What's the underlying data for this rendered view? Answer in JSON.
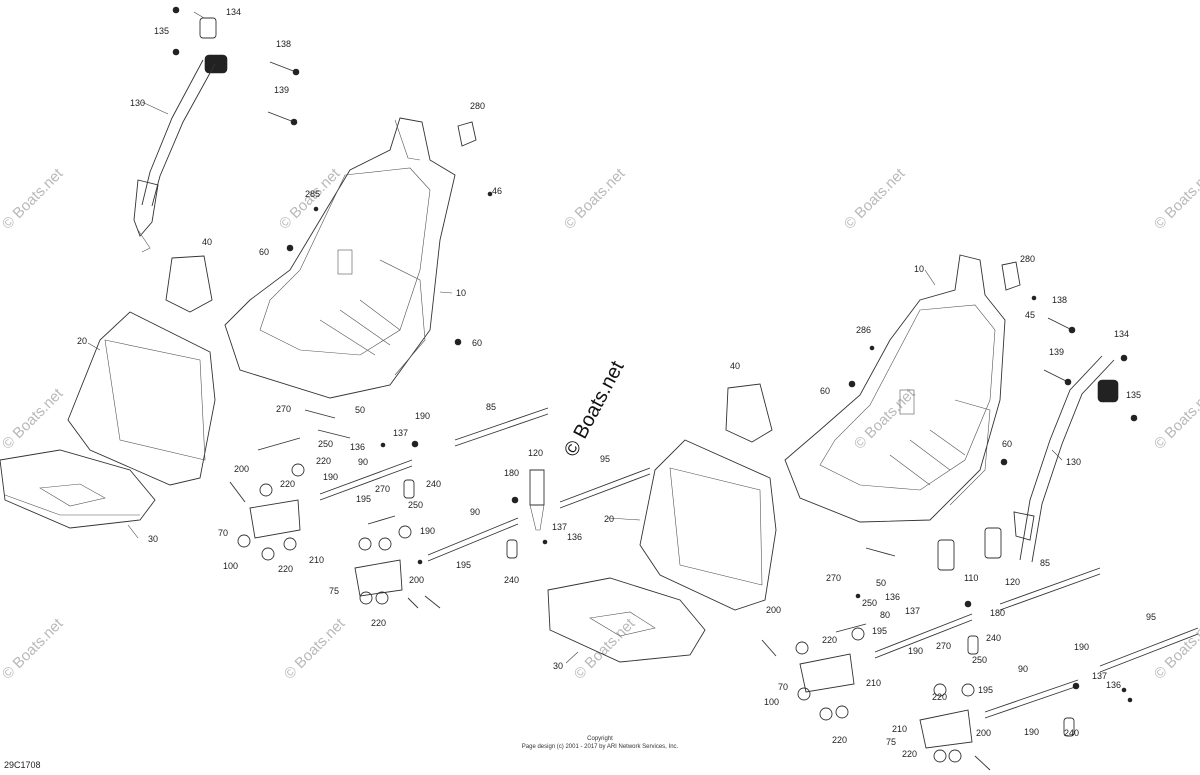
{
  "diagram_code": "29C1708",
  "footer": {
    "line1": "Copyright",
    "line2": "Page design (c) 2001 - 2017 by ARI Network Services, Inc."
  },
  "watermark": "© Boats.net",
  "callouts": {
    "c134a": "134",
    "c135a": "135",
    "c138a": "138",
    "c139a": "139",
    "c130a": "130",
    "c280a": "280",
    "c46": "46",
    "c285": "285",
    "c60a": "60",
    "c40a": "40",
    "c10a": "10",
    "c60b": "60",
    "c20a": "20",
    "c30a": "30",
    "c270a": "270",
    "c50a": "50",
    "c190a": "190",
    "c250a": "250",
    "c136a": "136",
    "c137a": "137",
    "c90a": "90",
    "c200a": "200",
    "c220a": "220",
    "c220b": "220",
    "c190b": "190",
    "c195a": "195",
    "c270b": "270",
    "c250b": "250",
    "c240a": "240",
    "c70a": "70",
    "c100a": "100",
    "c220c": "220",
    "c210a": "210",
    "c190c": "190",
    "c195b": "195",
    "c75a": "75",
    "c200b": "200",
    "c220d": "220",
    "c85a": "85",
    "c180a": "180",
    "c120a": "120",
    "c95a": "95",
    "c137b": "137",
    "c136b": "136",
    "c90b": "90",
    "c240b": "240",
    "c40b": "40",
    "c20b": "20",
    "c30b": "30",
    "c10b": "10",
    "c280b": "280",
    "c45": "45",
    "c138b": "138",
    "c286": "286",
    "c134b": "134",
    "c139b": "139",
    "c60c": "60",
    "c135b": "135",
    "c60d": "60",
    "c130b": "130",
    "c50b": "50",
    "c110": "110",
    "c120b": "120",
    "c85b": "85",
    "c270c": "270",
    "c136c": "136",
    "c250c": "250",
    "c137c": "137",
    "c180b": "180",
    "c200c": "200",
    "c80": "80",
    "c195c": "195",
    "c220e": "220",
    "c190d": "190",
    "c240c": "240",
    "c270d": "270",
    "c250d": "250",
    "c70b": "70",
    "c210b": "210",
    "c100b": "100",
    "c220f": "220",
    "c195d": "195",
    "c90c": "90",
    "c210c": "210",
    "c75b": "75",
    "c220g": "220",
    "c200d": "200",
    "c190e": "190",
    "c240d": "240",
    "c95b": "95",
    "c190f": "190",
    "c137d": "137",
    "c136d": "136"
  }
}
